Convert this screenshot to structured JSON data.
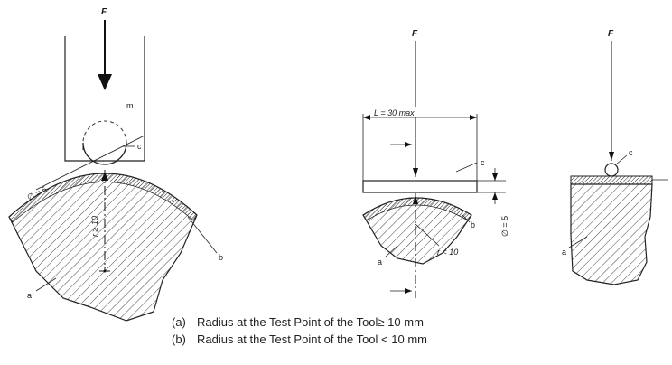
{
  "labels": {
    "force": "F",
    "mass": "m",
    "diameter": "∅ = 5",
    "radius_min": "r ≥ 10",
    "radius_max": "r < 10",
    "length": "L = 30 max.",
    "part_a": "a",
    "part_b": "b",
    "part_c": "c"
  },
  "captions": [
    {
      "key": "(a)",
      "text": "Radius at the Test Point of the Tool≥ 10 mm"
    },
    {
      "key": "(b)",
      "text": "Radius at the Test Point of the Tool < 10 mm"
    }
  ]
}
